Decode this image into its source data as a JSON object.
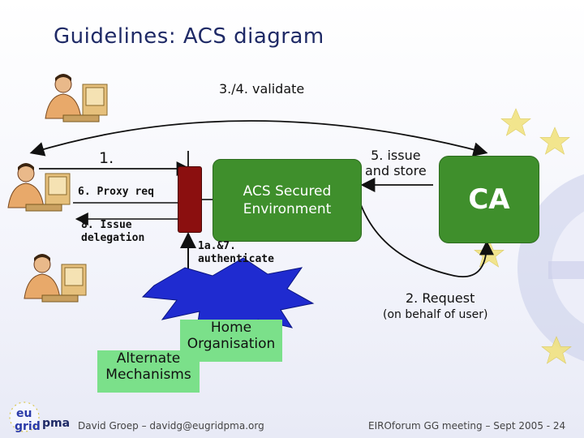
{
  "title": "Guidelines: ACS diagram",
  "labels": {
    "validate": "3./4. validate",
    "step1": "1.",
    "proxy_req": "6. Proxy req",
    "issue_delegation": "8. Issue\ndelegation",
    "acs": "ACS Secured\nEnvironment",
    "issue_store": "5. issue\nand store",
    "ca": "CA",
    "authenticate": "1a.&7.\nauthenticate",
    "request": "2. Request",
    "on_behalf": "(on behalf of user)",
    "home_org": "Home\nOrganisation",
    "alt_mech": "Alternate\nMechanisms"
  },
  "footer": {
    "author": "David Groep – davidg@eugridpma.org",
    "event": "EIROforum GG meeting – Sept 2005 - 24"
  },
  "logo": {
    "eu": "eu",
    "grid": "grid",
    "pma": "pma"
  },
  "colors": {
    "title": "#1f2a66",
    "box_green": "#3f8f2c",
    "gate_red": "#8b0f0f",
    "label_green": "#7be08a",
    "burst_blue": "#1f2bd0"
  },
  "icons": [
    "user-at-computer-icon",
    "eu-star-icon"
  ]
}
